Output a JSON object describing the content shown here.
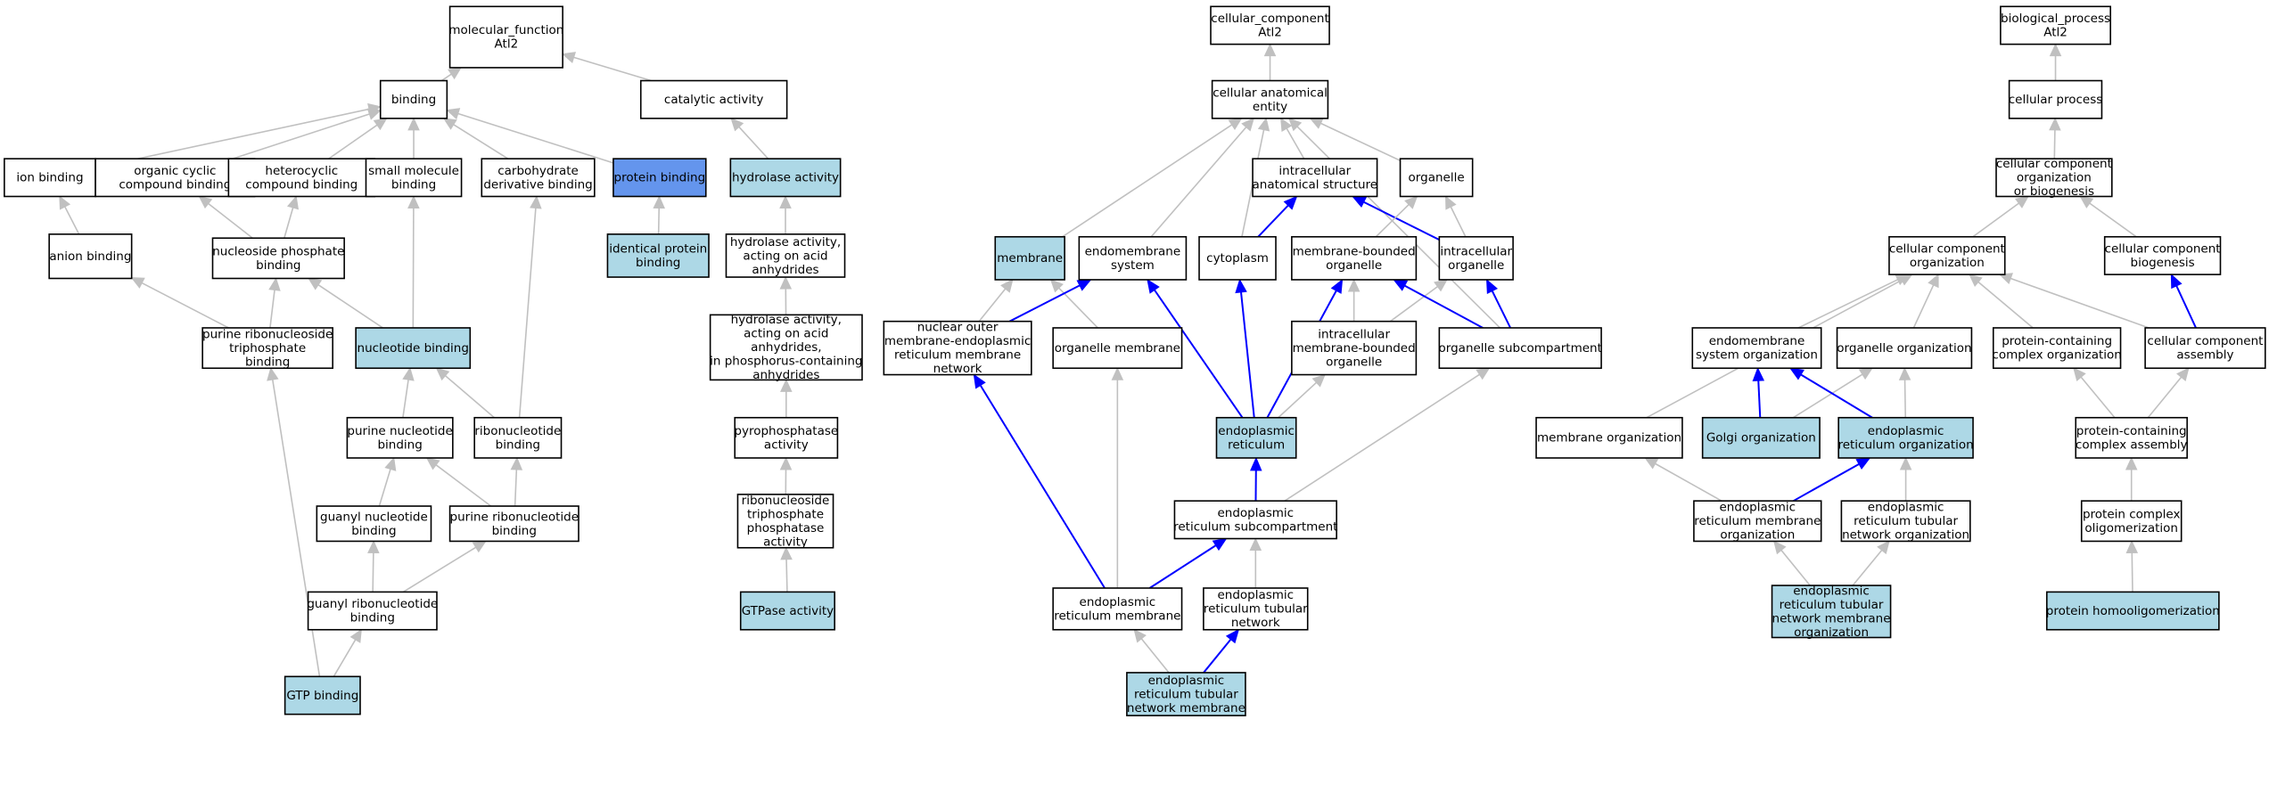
{
  "colors": {
    "plain": "#ffffff",
    "highlight": "#add8e6",
    "query": "#6495ed",
    "edge_default": "#c0c0c0",
    "edge_path": "#0000ff"
  },
  "nodes": {
    "mf_root": {
      "lines": [
        "molecular_function",
        "Atl2"
      ],
      "style": "plain"
    },
    "binding": {
      "lines": [
        "binding"
      ],
      "style": "plain"
    },
    "catalytic_activity": {
      "lines": [
        "catalytic activity"
      ],
      "style": "plain"
    },
    "ion_binding": {
      "lines": [
        "ion binding"
      ],
      "style": "plain"
    },
    "organic_cyclic": {
      "lines": [
        "organic cyclic",
        "compound binding"
      ],
      "style": "plain"
    },
    "heterocyclic": {
      "lines": [
        "heterocyclic",
        "compound binding"
      ],
      "style": "plain"
    },
    "small_molecule": {
      "lines": [
        "small molecule",
        "binding"
      ],
      "style": "plain"
    },
    "carbohydrate_deriv": {
      "lines": [
        "carbohydrate",
        "derivative binding"
      ],
      "style": "plain"
    },
    "protein_binding": {
      "lines": [
        "protein binding"
      ],
      "style": "query"
    },
    "hydrolase_activity": {
      "lines": [
        "hydrolase activity"
      ],
      "style": "highlight"
    },
    "anion_binding": {
      "lines": [
        "anion binding"
      ],
      "style": "plain"
    },
    "nucleoside_phosphate": {
      "lines": [
        "nucleoside phosphate",
        "binding"
      ],
      "style": "plain"
    },
    "identical_protein": {
      "lines": [
        "identical protein",
        "binding"
      ],
      "style": "highlight"
    },
    "hydrolase_acid_anhyd": {
      "lines": [
        "hydrolase activity,",
        "acting on acid",
        "anhydrides"
      ],
      "style": "plain"
    },
    "purine_ribonucleoside_tp": {
      "lines": [
        "purine ribonucleoside",
        "triphosphate",
        "binding"
      ],
      "style": "plain"
    },
    "nucleotide_binding": {
      "lines": [
        "nucleotide binding"
      ],
      "style": "highlight"
    },
    "hydrolase_phosphorus": {
      "lines": [
        "hydrolase activity,",
        "acting on acid",
        "anhydrides,",
        "in phosphorus-containing",
        "anhydrides"
      ],
      "style": "plain"
    },
    "purine_nucleotide": {
      "lines": [
        "purine nucleotide",
        "binding"
      ],
      "style": "plain"
    },
    "ribonucleotide": {
      "lines": [
        "ribonucleotide",
        "binding"
      ],
      "style": "plain"
    },
    "pyrophosphatase": {
      "lines": [
        "pyrophosphatase",
        "activity"
      ],
      "style": "plain"
    },
    "guanyl_nucleotide": {
      "lines": [
        "guanyl nucleotide",
        "binding"
      ],
      "style": "plain"
    },
    "purine_ribonucleotide": {
      "lines": [
        "purine ribonucleotide",
        "binding"
      ],
      "style": "plain"
    },
    "ribonucleoside_tp_phosphatase": {
      "lines": [
        "ribonucleoside",
        "triphosphate",
        "phosphatase",
        "activity"
      ],
      "style": "plain"
    },
    "guanyl_ribonucleotide": {
      "lines": [
        "guanyl ribonucleotide",
        "binding"
      ],
      "style": "plain"
    },
    "gtpase_activity": {
      "lines": [
        "GTPase activity"
      ],
      "style": "highlight"
    },
    "gtp_binding": {
      "lines": [
        "GTP binding"
      ],
      "style": "highlight"
    },
    "cc_root": {
      "lines": [
        "cellular_component",
        "Atl2"
      ],
      "style": "plain"
    },
    "cellular_anatomical": {
      "lines": [
        "cellular anatomical",
        "entity"
      ],
      "style": "plain"
    },
    "intracellular_anat": {
      "lines": [
        "intracellular",
        "anatomical structure"
      ],
      "style": "plain"
    },
    "organelle": {
      "lines": [
        "organelle"
      ],
      "style": "plain"
    },
    "membrane": {
      "lines": [
        "membrane"
      ],
      "style": "highlight"
    },
    "endomembrane_system": {
      "lines": [
        "endomembrane",
        "system"
      ],
      "style": "plain"
    },
    "cytoplasm": {
      "lines": [
        "cytoplasm"
      ],
      "style": "plain"
    },
    "membrane_bounded_org": {
      "lines": [
        "membrane-bounded",
        "organelle"
      ],
      "style": "plain"
    },
    "intracellular_org": {
      "lines": [
        "intracellular",
        "organelle"
      ],
      "style": "plain"
    },
    "nuclear_outer": {
      "lines": [
        "nuclear outer",
        "membrane-endoplasmic",
        "reticulum membrane",
        "network"
      ],
      "style": "plain"
    },
    "organelle_membrane": {
      "lines": [
        "organelle membrane"
      ],
      "style": "plain"
    },
    "intracellular_mb_org": {
      "lines": [
        "intracellular",
        "membrane-bounded",
        "organelle"
      ],
      "style": "plain"
    },
    "organelle_subcompartment": {
      "lines": [
        "organelle subcompartment"
      ],
      "style": "plain"
    },
    "er": {
      "lines": [
        "endoplasmic",
        "reticulum"
      ],
      "style": "highlight"
    },
    "er_subcompartment": {
      "lines": [
        "endoplasmic",
        "reticulum subcompartment"
      ],
      "style": "plain"
    },
    "er_membrane": {
      "lines": [
        "endoplasmic",
        "reticulum membrane"
      ],
      "style": "plain"
    },
    "er_tubular_network": {
      "lines": [
        "endoplasmic",
        "reticulum tubular",
        "network"
      ],
      "style": "plain"
    },
    "er_tubular_network_membrane": {
      "lines": [
        "endoplasmic",
        "reticulum tubular",
        "network membrane"
      ],
      "style": "highlight"
    },
    "bp_root": {
      "lines": [
        "biological_process",
        "Atl2"
      ],
      "style": "plain"
    },
    "cellular_process": {
      "lines": [
        "cellular process"
      ],
      "style": "plain"
    },
    "cc_org_biogenesis": {
      "lines": [
        "cellular component",
        "organization",
        "or biogenesis"
      ],
      "style": "plain"
    },
    "cc_organization": {
      "lines": [
        "cellular component",
        "organization"
      ],
      "style": "plain"
    },
    "cc_biogenesis": {
      "lines": [
        "cellular component",
        "biogenesis"
      ],
      "style": "plain"
    },
    "endomembrane_sys_org": {
      "lines": [
        "endomembrane",
        "system organization"
      ],
      "style": "plain"
    },
    "organelle_organization": {
      "lines": [
        "organelle organization"
      ],
      "style": "plain"
    },
    "protein_complex_org": {
      "lines": [
        "protein-containing",
        "complex organization"
      ],
      "style": "plain"
    },
    "cc_assembly": {
      "lines": [
        "cellular component",
        "assembly"
      ],
      "style": "plain"
    },
    "membrane_organization": {
      "lines": [
        "membrane organization"
      ],
      "style": "plain"
    },
    "golgi_organization": {
      "lines": [
        "Golgi organization"
      ],
      "style": "highlight"
    },
    "er_organization": {
      "lines": [
        "endoplasmic",
        "reticulum organization"
      ],
      "style": "highlight"
    },
    "protein_complex_assembly": {
      "lines": [
        "protein-containing",
        "complex assembly"
      ],
      "style": "plain"
    },
    "er_membrane_org": {
      "lines": [
        "endoplasmic",
        "reticulum membrane",
        "organization"
      ],
      "style": "plain"
    },
    "er_tubular_network_org": {
      "lines": [
        "endoplasmic",
        "reticulum tubular",
        "network organization"
      ],
      "style": "plain"
    },
    "protein_complex_oligo": {
      "lines": [
        "protein complex",
        "oligomerization"
      ],
      "style": "plain"
    },
    "er_tubular_network_mb_org": {
      "lines": [
        "endoplasmic",
        "reticulum tubular",
        "network membrane",
        "organization"
      ],
      "style": "highlight"
    },
    "protein_homooligo": {
      "lines": [
        "protein homooligomerization"
      ],
      "style": "highlight"
    }
  },
  "edges": [
    {
      "from": "binding",
      "to": "mf_root",
      "path": false
    },
    {
      "from": "catalytic_activity",
      "to": "mf_root",
      "path": false
    },
    {
      "from": "ion_binding",
      "to": "binding",
      "path": false
    },
    {
      "from": "organic_cyclic",
      "to": "binding",
      "path": false
    },
    {
      "from": "heterocyclic",
      "to": "binding",
      "path": false
    },
    {
      "from": "small_molecule",
      "to": "binding",
      "path": false
    },
    {
      "from": "carbohydrate_deriv",
      "to": "binding",
      "path": false
    },
    {
      "from": "protein_binding",
      "to": "binding",
      "path": false
    },
    {
      "from": "hydrolase_activity",
      "to": "catalytic_activity",
      "path": false
    },
    {
      "from": "anion_binding",
      "to": "ion_binding",
      "path": false
    },
    {
      "from": "nucleoside_phosphate",
      "to": "organic_cyclic",
      "path": false
    },
    {
      "from": "nucleoside_phosphate",
      "to": "heterocyclic",
      "path": false
    },
    {
      "from": "identical_protein",
      "to": "protein_binding",
      "path": false
    },
    {
      "from": "hydrolase_acid_anhyd",
      "to": "hydrolase_activity",
      "path": false
    },
    {
      "from": "purine_ribonucleoside_tp",
      "to": "anion_binding",
      "path": false
    },
    {
      "from": "purine_ribonucleoside_tp",
      "to": "nucleoside_phosphate",
      "path": false
    },
    {
      "from": "nucleotide_binding",
      "to": "nucleoside_phosphate",
      "path": false
    },
    {
      "from": "nucleotide_binding",
      "to": "small_molecule",
      "path": false
    },
    {
      "from": "hydrolase_phosphorus",
      "to": "hydrolase_acid_anhyd",
      "path": false
    },
    {
      "from": "purine_nucleotide",
      "to": "nucleotide_binding",
      "path": false
    },
    {
      "from": "ribonucleotide",
      "to": "nucleotide_binding",
      "path": false
    },
    {
      "from": "ribonucleotide",
      "to": "carbohydrate_deriv",
      "path": false
    },
    {
      "from": "pyrophosphatase",
      "to": "hydrolase_phosphorus",
      "path": false
    },
    {
      "from": "guanyl_nucleotide",
      "to": "purine_nucleotide",
      "path": false
    },
    {
      "from": "purine_ribonucleotide",
      "to": "purine_nucleotide",
      "path": false
    },
    {
      "from": "purine_ribonucleotide",
      "to": "ribonucleotide",
      "path": false
    },
    {
      "from": "ribonucleoside_tp_phosphatase",
      "to": "pyrophosphatase",
      "path": false
    },
    {
      "from": "guanyl_ribonucleotide",
      "to": "guanyl_nucleotide",
      "path": false
    },
    {
      "from": "guanyl_ribonucleotide",
      "to": "purine_ribonucleotide",
      "path": false
    },
    {
      "from": "gtpase_activity",
      "to": "ribonucleoside_tp_phosphatase",
      "path": false
    },
    {
      "from": "gtp_binding",
      "to": "guanyl_ribonucleotide",
      "path": false
    },
    {
      "from": "gtp_binding",
      "to": "purine_ribonucleoside_tp",
      "path": false
    },
    {
      "from": "cellular_anatomical",
      "to": "cc_root",
      "path": false
    },
    {
      "from": "intracellular_anat",
      "to": "cellular_anatomical",
      "path": false
    },
    {
      "from": "organelle",
      "to": "cellular_anatomical",
      "path": false
    },
    {
      "from": "membrane",
      "to": "cellular_anatomical",
      "path": false
    },
    {
      "from": "endomembrane_system",
      "to": "cellular_anatomical",
      "path": false
    },
    {
      "from": "cytoplasm",
      "to": "cellular_anatomical",
      "path": false
    },
    {
      "from": "organelle_subcompartment",
      "to": "cellular_anatomical",
      "path": false
    },
    {
      "from": "cytoplasm",
      "to": "intracellular_anat",
      "path": true
    },
    {
      "from": "intracellular_org",
      "to": "intracellular_anat",
      "path": true
    },
    {
      "from": "membrane_bounded_org",
      "to": "organelle",
      "path": false
    },
    {
      "from": "intracellular_org",
      "to": "organelle",
      "path": false
    },
    {
      "from": "nuclear_outer",
      "to": "membrane",
      "path": false
    },
    {
      "from": "organelle_membrane",
      "to": "membrane",
      "path": false
    },
    {
      "from": "nuclear_outer",
      "to": "endomembrane_system",
      "path": true
    },
    {
      "from": "intracellular_mb_org",
      "to": "membrane_bounded_org",
      "path": false
    },
    {
      "from": "intracellular_mb_org",
      "to": "intracellular_org",
      "path": false
    },
    {
      "from": "organelle_subcompartment",
      "to": "membrane_bounded_org",
      "path": true
    },
    {
      "from": "organelle_subcompartment",
      "to": "intracellular_org",
      "path": true
    },
    {
      "from": "er",
      "to": "endomembrane_system",
      "path": true
    },
    {
      "from": "er",
      "to": "cytoplasm",
      "path": true
    },
    {
      "from": "er",
      "to": "membrane_bounded_org",
      "path": true
    },
    {
      "from": "er",
      "to": "intracellular_mb_org",
      "path": false
    },
    {
      "from": "er_subcompartment",
      "to": "er",
      "path": true
    },
    {
      "from": "er_subcompartment",
      "to": "organelle_subcompartment",
      "path": false
    },
    {
      "from": "er_membrane",
      "to": "nuclear_outer",
      "path": true
    },
    {
      "from": "er_membrane",
      "to": "organelle_membrane",
      "path": false
    },
    {
      "from": "er_membrane",
      "to": "er_subcompartment",
      "path": true
    },
    {
      "from": "er_tubular_network",
      "to": "er_subcompartment",
      "path": false
    },
    {
      "from": "er_tubular_network_membrane",
      "to": "er_membrane",
      "path": false
    },
    {
      "from": "er_tubular_network_membrane",
      "to": "er_tubular_network",
      "path": true
    },
    {
      "from": "cellular_process",
      "to": "bp_root",
      "path": false
    },
    {
      "from": "cc_org_biogenesis",
      "to": "cellular_process",
      "path": false
    },
    {
      "from": "cc_organization",
      "to": "cc_org_biogenesis",
      "path": false
    },
    {
      "from": "cc_biogenesis",
      "to": "cc_org_biogenesis",
      "path": false
    },
    {
      "from": "endomembrane_sys_org",
      "to": "cc_organization",
      "path": false
    },
    {
      "from": "organelle_organization",
      "to": "cc_organization",
      "path": false
    },
    {
      "from": "protein_complex_org",
      "to": "cc_organization",
      "path": false
    },
    {
      "from": "cc_assembly",
      "to": "cc_organization",
      "path": false
    },
    {
      "from": "membrane_organization",
      "to": "cc_organization",
      "path": false
    },
    {
      "from": "cc_assembly",
      "to": "cc_biogenesis",
      "path": true
    },
    {
      "from": "golgi_organization",
      "to": "endomembrane_sys_org",
      "path": true
    },
    {
      "from": "golgi_organization",
      "to": "organelle_organization",
      "path": false
    },
    {
      "from": "er_organization",
      "to": "endomembrane_sys_org",
      "path": true
    },
    {
      "from": "er_organization",
      "to": "organelle_organization",
      "path": false
    },
    {
      "from": "protein_complex_assembly",
      "to": "protein_complex_org",
      "path": false
    },
    {
      "from": "protein_complex_assembly",
      "to": "cc_assembly",
      "path": false
    },
    {
      "from": "er_membrane_org",
      "to": "membrane_organization",
      "path": false
    },
    {
      "from": "er_membrane_org",
      "to": "er_organization",
      "path": true
    },
    {
      "from": "er_tubular_network_org",
      "to": "er_organization",
      "path": false
    },
    {
      "from": "protein_complex_oligo",
      "to": "protein_complex_assembly",
      "path": false
    },
    {
      "from": "er_tubular_network_mb_org",
      "to": "er_membrane_org",
      "path": false
    },
    {
      "from": "er_tubular_network_mb_org",
      "to": "er_tubular_network_org",
      "path": false
    },
    {
      "from": "protein_homooligo",
      "to": "protein_complex_oligo",
      "path": false
    }
  ]
}
